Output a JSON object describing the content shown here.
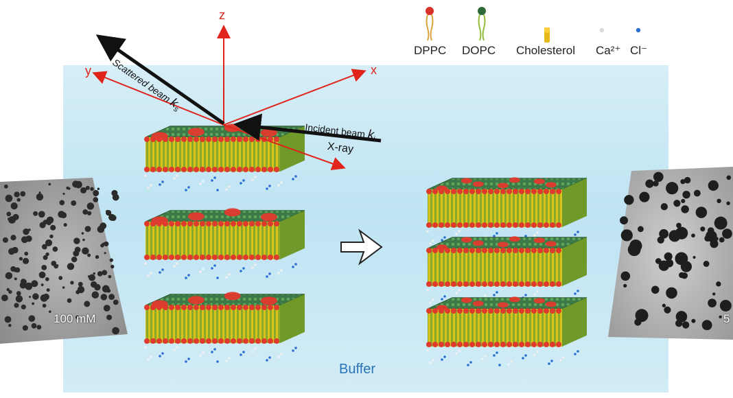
{
  "legend": {
    "items": [
      {
        "label": "DPPC",
        "color": "#d8312a"
      },
      {
        "label": "DOPC",
        "color": "#2e6a3a"
      },
      {
        "label": "Cholesterol",
        "color": "#e6b81c"
      },
      {
        "label": "Ca²⁺",
        "color": "#d9d9d9"
      },
      {
        "label": "Cl⁻",
        "color": "#2a6fd1"
      }
    ]
  },
  "axes": {
    "z": "z",
    "y": "y",
    "x": "x"
  },
  "beams": {
    "scattered": {
      "text": "Scattered beam ",
      "sym": "k",
      "sub": "s"
    },
    "incident": {
      "text": "Incident beam ",
      "sym": "k",
      "sub": "i"
    },
    "xray": "X-ray"
  },
  "buffer_label": "Buffer",
  "micrograph_left_label": "100 mM",
  "micrograph_right_label": "5",
  "colors": {
    "dppc_head": "#e03a2e",
    "tail_yellow": "#c9b215",
    "tail_green": "#5c8f2a",
    "top_green": "#3e7a48",
    "axis_red": "#e0241b",
    "buffer_text": "#2a73b7"
  }
}
